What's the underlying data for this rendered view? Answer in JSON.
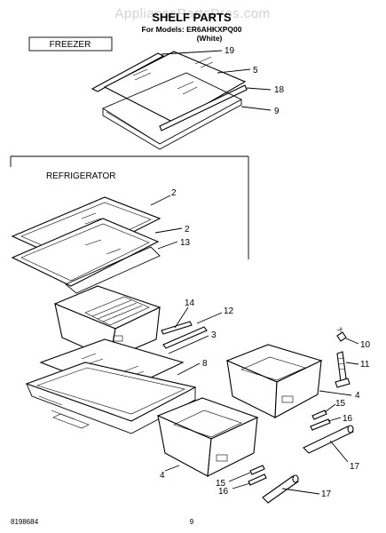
{
  "watermark": "AppliancePartsPros.com",
  "title": "SHELF PARTS",
  "models_line": "For Models: ER6AHKXPQ00",
  "color_line": "(White)",
  "sections": {
    "freezer": "FREEZER",
    "refrigerator": "REFRIGERATOR"
  },
  "callouts": {
    "c19": "19",
    "c5": "5",
    "c18": "18",
    "c9": "9",
    "c2a": "2",
    "c2b": "2",
    "c13": "13",
    "c14": "14",
    "c12": "12",
    "c3": "3",
    "c8": "8",
    "c10": "10",
    "c11": "11",
    "c4a": "4",
    "c15a": "15",
    "c16a": "16",
    "c17a": "17",
    "c4b": "4",
    "c15b": "15",
    "c16b": "16",
    "c17b": "17"
  },
  "footer": {
    "doc_number": "8198684",
    "page_number": "9"
  }
}
